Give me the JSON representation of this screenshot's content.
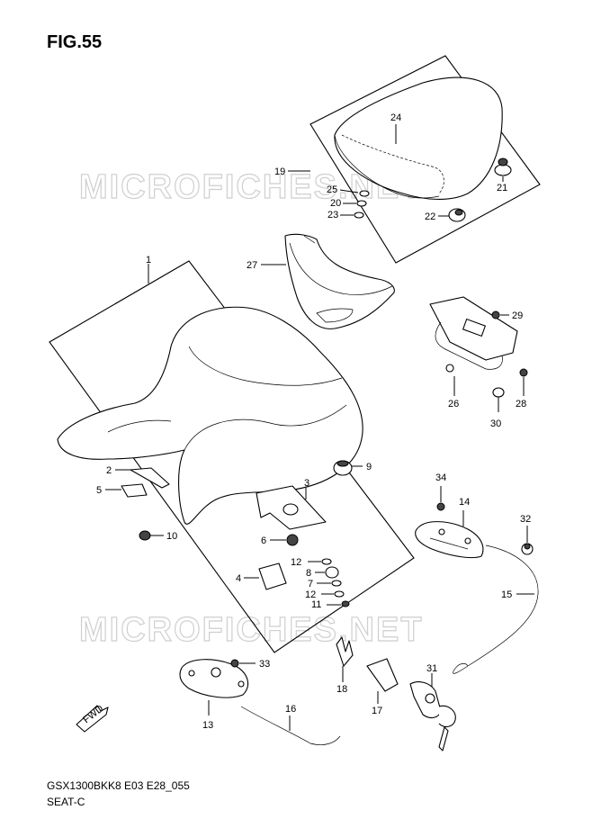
{
  "figure": {
    "title": "FIG.55"
  },
  "footer": {
    "model_code": "GSX1300BKK8 E03 E28_055",
    "section": "SEAT-C"
  },
  "watermark": {
    "top": "MICROFICHES.NET",
    "bottom": "MICROFICHES.NET"
  },
  "fwd_label": "FWD",
  "callouts": {
    "c1": "1",
    "c2": "2",
    "c3": "3",
    "c4": "4",
    "c5": "5",
    "c6": "6",
    "c7": "7",
    "c8": "8",
    "c9": "9",
    "c10": "10",
    "c11": "11",
    "c12a": "12",
    "c12b": "12",
    "c13": "13",
    "c14": "14",
    "c15": "15",
    "c16": "16",
    "c17": "17",
    "c18": "18",
    "c19": "19",
    "c20": "20",
    "c21": "21",
    "c22": "22",
    "c23": "23",
    "c24": "24",
    "c25": "25",
    "c26": "26",
    "c27": "27",
    "c28": "28",
    "c29": "29",
    "c30": "30",
    "c31": "31",
    "c32": "32",
    "c33": "33",
    "c34": "34"
  }
}
